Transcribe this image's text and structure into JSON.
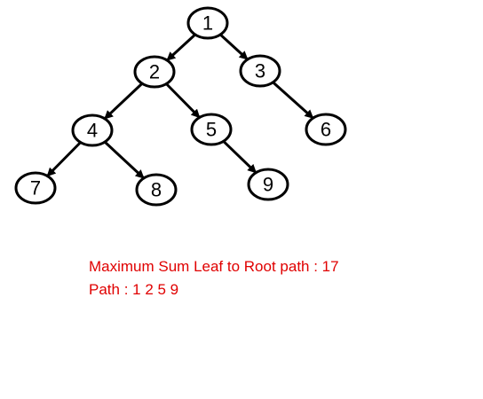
{
  "tree": {
    "nodes": [
      {
        "id": "n1",
        "label": "1"
      },
      {
        "id": "n2",
        "label": "2"
      },
      {
        "id": "n3",
        "label": "3"
      },
      {
        "id": "n4",
        "label": "4"
      },
      {
        "id": "n5",
        "label": "5"
      },
      {
        "id": "n6",
        "label": "6"
      },
      {
        "id": "n7",
        "label": "7"
      },
      {
        "id": "n8",
        "label": "8"
      },
      {
        "id": "n9",
        "label": "9"
      }
    ],
    "edges": [
      {
        "from": "n1",
        "to": "n2"
      },
      {
        "from": "n1",
        "to": "n3"
      },
      {
        "from": "n2",
        "to": "n4"
      },
      {
        "from": "n2",
        "to": "n5"
      },
      {
        "from": "n3",
        "to": "n6"
      },
      {
        "from": "n4",
        "to": "n7"
      },
      {
        "from": "n4",
        "to": "n8"
      },
      {
        "from": "n5",
        "to": "n9"
      }
    ]
  },
  "result": {
    "line1": "Maximum Sum Leaf to Root path : 17",
    "line2": "Path : 1 2 5 9",
    "color": "#e00000"
  },
  "colors": {
    "node_stroke": "#000000",
    "edge": "#000000",
    "background": "#ffffff"
  }
}
